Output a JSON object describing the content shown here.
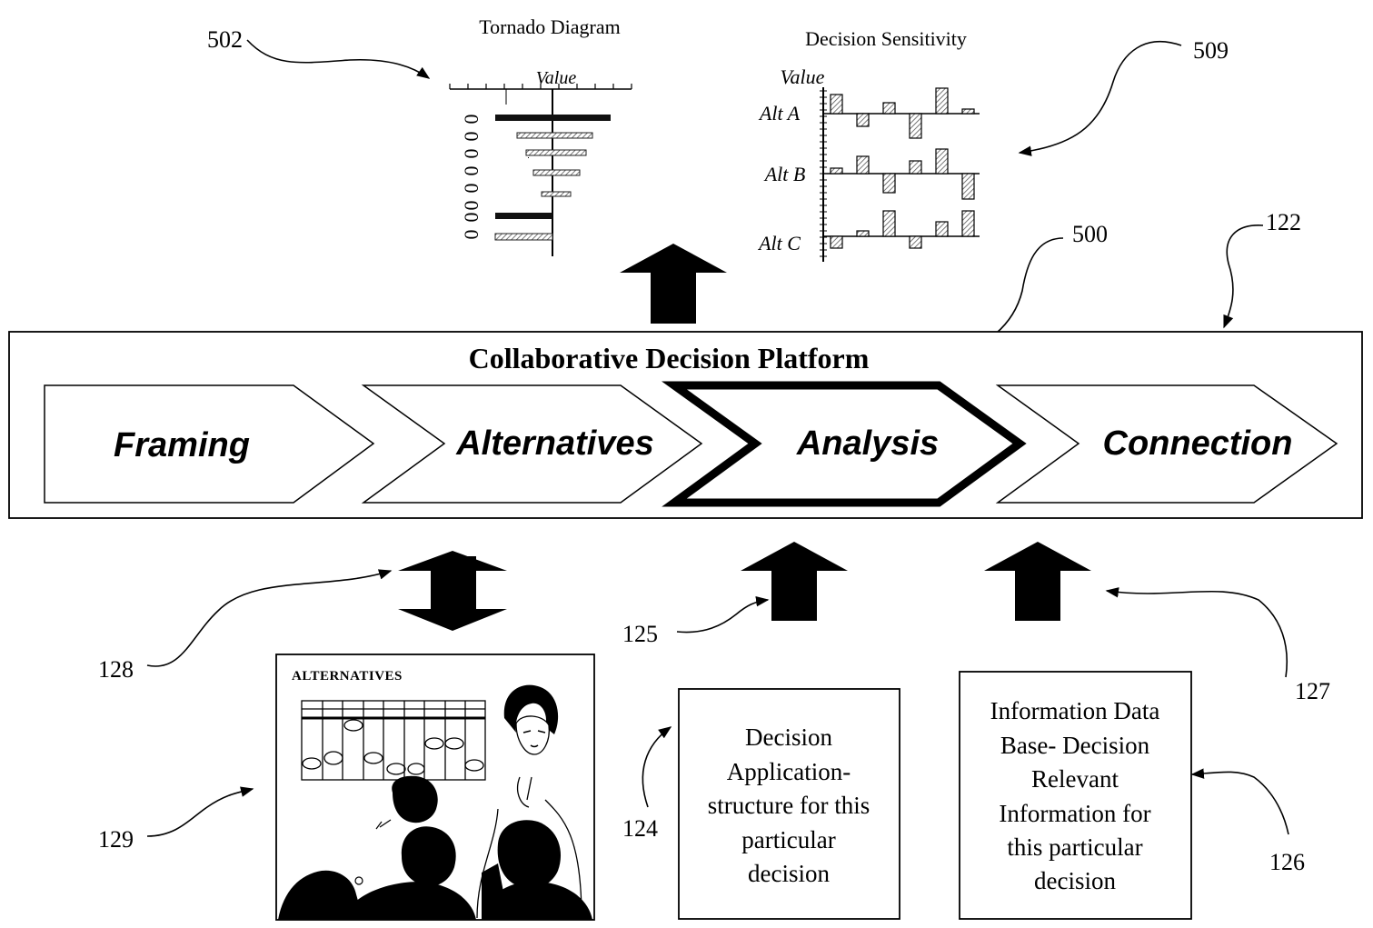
{
  "ref_labels": {
    "r502": "502",
    "r509": "509",
    "r500": "500",
    "r122": "122",
    "r128": "128",
    "r125": "125",
    "r127": "127",
    "r124": "124",
    "r129": "129",
    "r126": "126"
  },
  "tornado": {
    "title": "Tornado Diagram",
    "axis_label": "Value",
    "row_labels": [
      "0",
      "0",
      "0",
      "0",
      "0",
      "0",
      "0",
      "0"
    ]
  },
  "sensitivity": {
    "title": "Decision Sensitivity",
    "axis_label": "Value",
    "alternatives": [
      "Alt A",
      "Alt B",
      "Alt C"
    ]
  },
  "platform": {
    "title": "Collaborative Decision Platform",
    "steps": [
      "Framing",
      "Alternatives",
      "Analysis",
      "Connection"
    ],
    "highlighted_step": "Analysis"
  },
  "alternatives_panel": {
    "heading": "ALTERNATIVES"
  },
  "decision_app_box": {
    "lines": [
      "Decision",
      "Application-",
      "structure for this",
      "particular",
      "decision"
    ]
  },
  "info_db_box": {
    "lines": [
      "Information Data",
      "Base- Decision",
      "Relevant",
      "Information for",
      "this particular",
      "decision"
    ]
  },
  "colors": {
    "ink": "#000000",
    "paper": "#ffffff",
    "hatch": "#8a8a8a"
  }
}
